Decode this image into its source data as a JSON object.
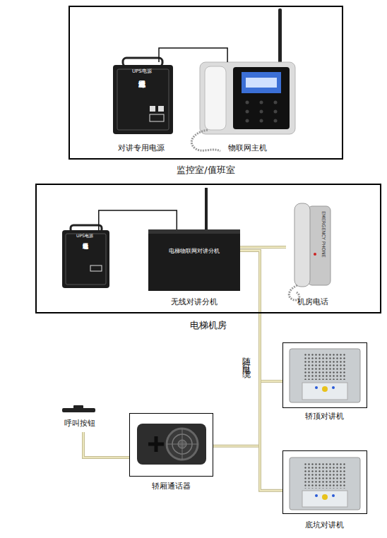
{
  "diagram": {
    "nodes": [
      {
        "text": [
          "监控室/值班室"
        ]
      },
      {
        "text": [
          "无线对讲专用电源",
          "对讲专用电源"
        ],
        "in": 0
      },
      {
        "text": [
          "物联网主机"
        ],
        "in": 0
      },
      {
        "text": [
          "电梯机房"
        ]
      },
      {
        "text": [
          "无线对讲专用电源"
        ],
        "in": 3
      },
      {
        "text": [
          "电梯物联网对讲分机",
          "无线对讲分机"
        ],
        "in": 3
      },
      {
        "text": [
          "EMERGENCY PHONE",
          "机房电话"
        ],
        "in": 3
      },
      {
        "text": [
          "轿顶对讲机"
        ]
      },
      {
        "text": [
          "呼叫按钮"
        ]
      },
      {
        "text": [
          "轿厢通话器"
        ]
      },
      {
        "text": [
          "底坑对讲机"
        ]
      }
    ],
    "edges": [
      {
        "from": 1,
        "to": 2,
        "arrow": "none"
      },
      {
        "from": 4,
        "to": 5,
        "arrow": "none"
      },
      {
        "from": 5,
        "to": 6,
        "arrow": "none"
      },
      {
        "from": 5,
        "to": 7,
        "arrow": "none"
      },
      {
        "from": 5,
        "to": 9,
        "arrow": "none"
      },
      {
        "from": 5,
        "to": 10,
        "arrow": "none"
      },
      {
        "from": 8,
        "to": 9,
        "arrow": "none"
      }
    ],
    "labels": [
      "UPS电源",
      "UPS电源",
      "随行电缆"
    ]
  }
}
